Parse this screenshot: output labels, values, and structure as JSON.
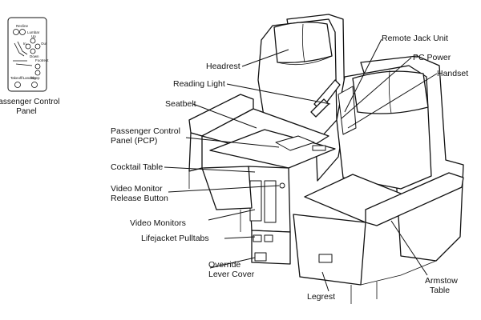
{
  "panel": {
    "caption_line1": "Passenger Control",
    "caption_line2": "Panel",
    "labels": {
      "recline": "Recline",
      "lumbar": "Lumbar",
      "up": "Up",
      "in": "In",
      "out": "Out",
      "down": "Down",
      "footrest": "Footrest",
      "takeoff_landing": "Takeoff/Landing",
      "sleep": "Sleep"
    }
  },
  "callouts": {
    "headrest": "Headrest",
    "reading_light": "Reading Light",
    "seatbelt": "Seatbelt",
    "pcp_line1": "Passenger Control",
    "pcp_line2": "Panel (PCP)",
    "cocktail_table": "Cocktail Table",
    "video_release_line1": "Video Monitor",
    "video_release_line2": "Release Button",
    "video_monitors": "Video Monitors",
    "lifejacket": "Lifejacket Pulltabs",
    "override_line1": "Override",
    "override_line2": "Lever Cover",
    "remote_jack": "Remote Jack Unit",
    "pc_power": "PC Power",
    "handset": "Handset",
    "armstow_line1": "Armstow",
    "armstow_line2": "Table",
    "legrest": "Legrest"
  }
}
